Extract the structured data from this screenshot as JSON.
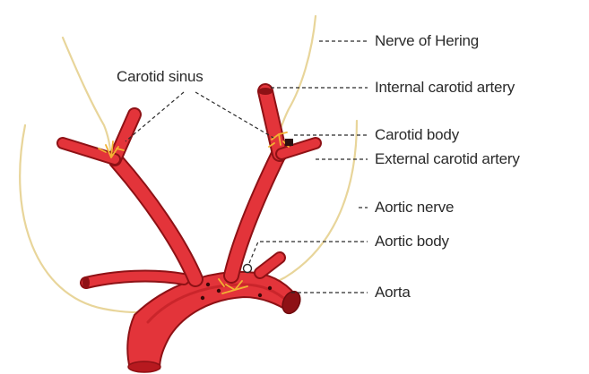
{
  "labels": {
    "carotid_sinus": "Carotid sinus",
    "nerve_of_hering": "Nerve of Hering",
    "internal_carotid_artery": "Internal carotid artery",
    "carotid_body": "Carotid body",
    "external_carotid_artery": "External carotid artery",
    "aortic_nerve": "Aortic nerve",
    "aortic_body": "Aortic body",
    "aorta": "Aorta"
  },
  "colors": {
    "artery_fill": "#e3343a",
    "artery_dark": "#8e1115",
    "artery_shadow": "#b7191f",
    "nerve": "#e8d59a",
    "nerve_ending": "#f2b233",
    "leader": "#2b2b2b",
    "text": "#2b2b2b"
  }
}
